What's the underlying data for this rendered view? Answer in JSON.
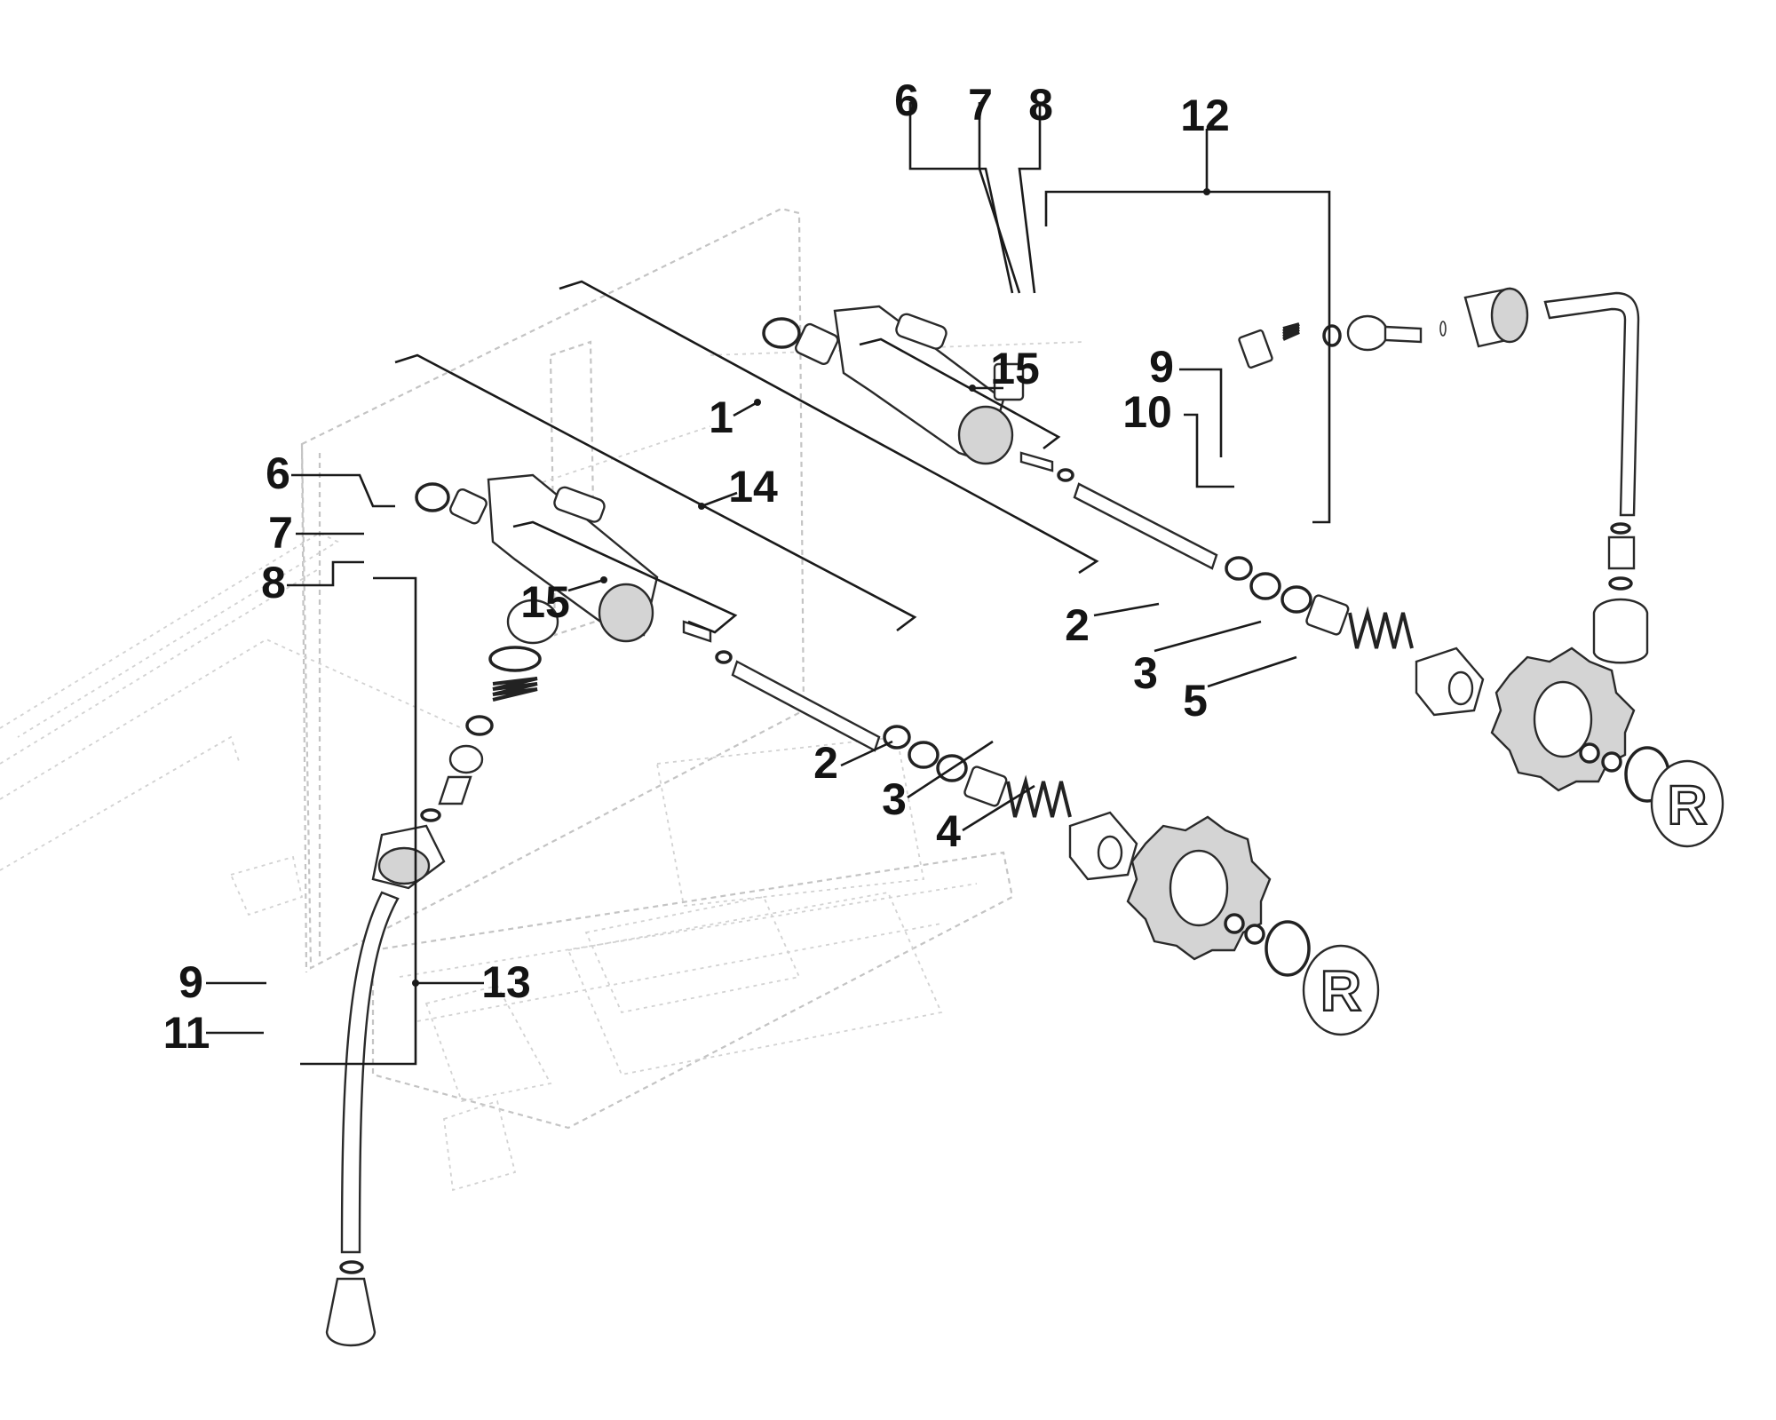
{
  "labels": {
    "left_assembly": {
      "l6": "6",
      "l7": "7",
      "l8": "8",
      "l9": "9",
      "l11": "11",
      "l13": "13",
      "l14": "14",
      "l15": "15",
      "l2": "2",
      "l3": "3",
      "l4": "4"
    },
    "right_assembly": {
      "l6": "6",
      "l7": "7",
      "l8": "8",
      "l12": "12",
      "l9": "9",
      "l10": "10",
      "l1": "1",
      "l15": "15",
      "l2": "2",
      "l3": "3",
      "l5": "5"
    },
    "cap_letter_left": "R",
    "cap_letter_right": "R"
  }
}
